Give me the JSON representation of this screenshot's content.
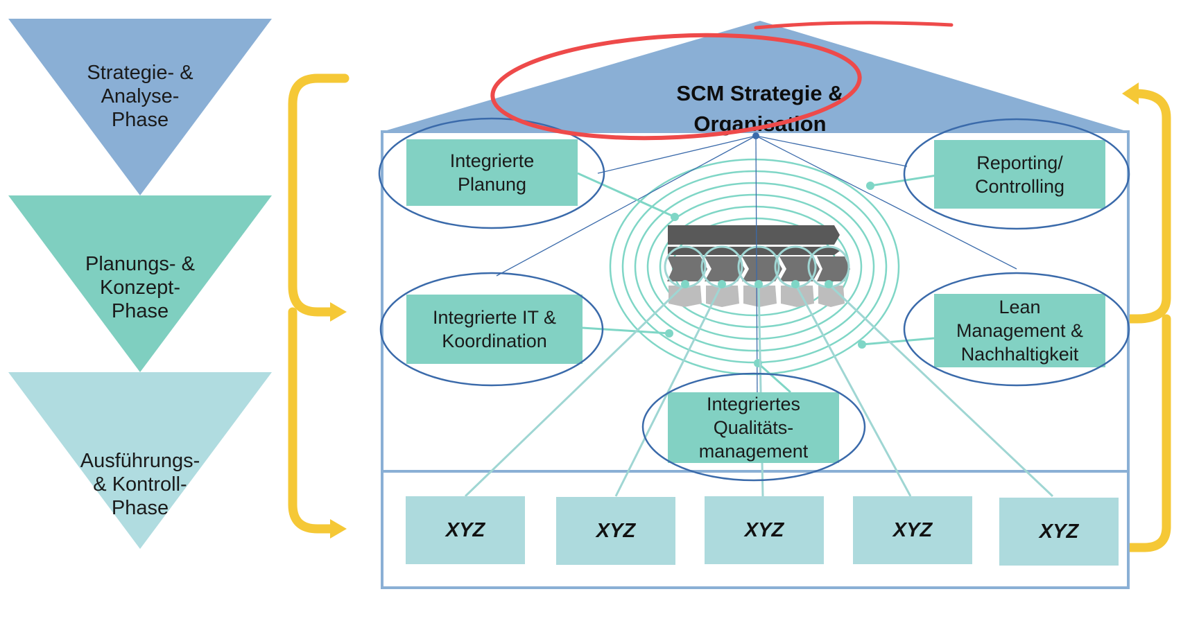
{
  "phases": [
    {
      "label": "Strategie- &\nAnalyse-\nPhase",
      "color": "#8aafd5"
    },
    {
      "label": "Planungs- &\nKonzept-\nPhase",
      "color": "#7fcfc0"
    },
    {
      "label": "Ausführungs-\n& Kontroll-\nPhase",
      "color": "#b0dce0"
    }
  ],
  "roof": {
    "title": "SCM Strategie &\nOrganisation",
    "color": "#8aafd5",
    "highlight_color": "#ee4a4a"
  },
  "modules": {
    "planung": "Integrierte\nPlanung",
    "reporting": "Reporting/\nControlling",
    "it": "Integrierte IT &\nKoordination",
    "lean": "Lean\nManagement &\nNachhaltigkeit",
    "quality": "Integriertes\nQualitäts-\nmanagement"
  },
  "foundation": [
    "XYZ",
    "XYZ",
    "XYZ",
    "XYZ",
    "XYZ"
  ],
  "colors": {
    "module_fill": "#82d1c3",
    "ellipse_stroke": "#3a6aaa",
    "frame": "#8aafd5",
    "connector": "#9fd6d3",
    "arrow": "#f5c836",
    "rings": "#7fd6c6"
  }
}
